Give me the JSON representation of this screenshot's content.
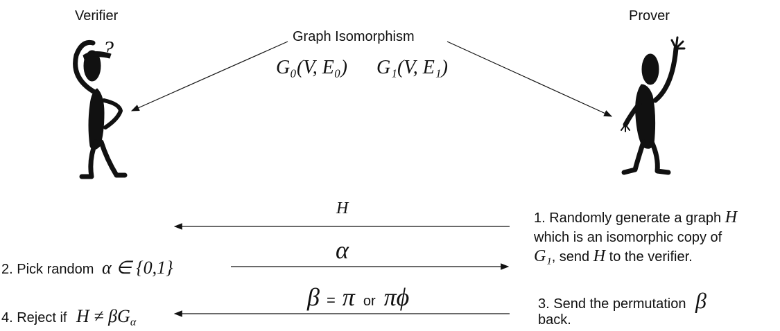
{
  "actors": {
    "verifier": "Verifier",
    "prover": "Prover",
    "verifier_thought": "?"
  },
  "problem": {
    "title": "Graph Isomorphism",
    "graph0": "G₀(V, E₀)",
    "graph1": "G₁(V, E₁)"
  },
  "messages": {
    "m1": "H",
    "m2": "α",
    "m3_beta": "β",
    "m3_eq": "=",
    "m3_pi": "π",
    "m3_or": "or",
    "m3_piphi": "πϕ"
  },
  "steps": {
    "s1_line1_text": "1. Randomly generate a graph",
    "s1_line1_var": "H",
    "s1_line2": "which is an isomorphic copy of",
    "s1_line3_var": "G₁",
    "s1_line3_text": ", send",
    "s1_line3_var2": "H",
    "s1_line3_tail": "to the verifier.",
    "s2_text": "2. Pick random",
    "s2_math": "α ∈ {0,1}",
    "s3_text": "3. Send the permutation",
    "s3_var": "β",
    "s3_line2": "back.",
    "s4_text": "4. Reject if",
    "s4_math_lhs": "H ≠ βG",
    "s4_math_sub": "α"
  }
}
